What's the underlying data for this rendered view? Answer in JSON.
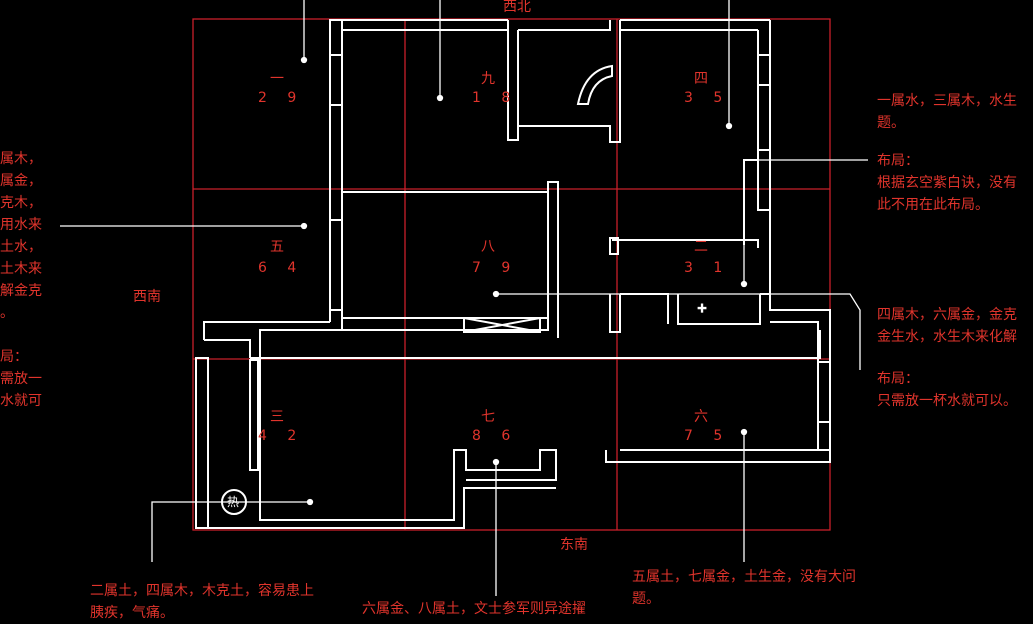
{
  "directions": {
    "north_west": "西北",
    "south_west": "西南",
    "south_east": "东南"
  },
  "palaces": [
    {
      "name": "一",
      "nums": "2 9"
    },
    {
      "name": "九",
      "nums": "1 8"
    },
    {
      "name": "四",
      "nums": "3 5"
    },
    {
      "name": "五",
      "nums": "6 4"
    },
    {
      "name": "八",
      "nums": "7 9"
    },
    {
      "name": "二",
      "nums": "3 1"
    },
    {
      "name": "三",
      "nums": "4 2"
    },
    {
      "name": "七",
      "nums": "8 6"
    },
    {
      "name": "六",
      "nums": "7 5"
    }
  ],
  "heater_label": "热",
  "notes": {
    "left": [
      "属木，",
      "属金，",
      "克木，",
      "用水来",
      "土水，",
      "土木来",
      "解金克",
      "。",
      "",
      "局：",
      "需放一",
      "水就可"
    ],
    "right_top": [
      "一属水，三属木，水生",
      "题。"
    ],
    "right_layout": [
      "布局：",
      "根据玄空紫白诀，没有",
      "此不用在此布局。"
    ],
    "right_mid": [
      "四属木，六属金，金克",
      "金生水，水生木来化解"
    ],
    "right_layout2": [
      "布局：",
      "只需放一杯水就可以。"
    ],
    "bottom_left": [
      "二属土，四属木，木克土，容易患上",
      "胰疾，气痛。"
    ],
    "bottom_mid": [
      "六属金、八属土，文士参军则异途擢"
    ],
    "bottom_right": [
      "五属土，七属金，土生金，没有大问",
      "题。"
    ]
  },
  "colors": {
    "grid": "#c8202a",
    "wall": "#ffffff",
    "text": "#e0342c"
  }
}
